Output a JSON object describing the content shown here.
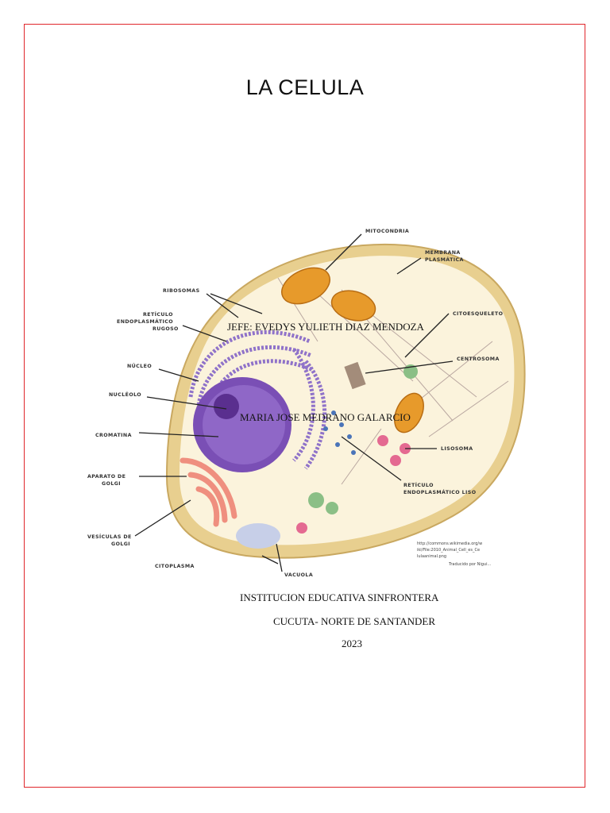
{
  "document": {
    "title": "LA CELULA",
    "teacher_line": "JEFE: EVEDYS YULIETH DIAZ MENDOZA",
    "student_line": "MARIA JOSE MEDRANO GALARCIO",
    "institution": "INSTITUCION EDUCATIVA SINFRONTERA",
    "city": "CUCUTA- NORTE DE SANTANDER",
    "year": "2023"
  },
  "figure": {
    "labels": {
      "mitocondria": "MITOCONDRIA",
      "membrana_1": "MEMBRANA",
      "membrana_2": "PLASMÁTICA",
      "ribosomas": "RIBOSOMAS",
      "reticulo_rugoso_1": "RETÍCULO",
      "reticulo_rugoso_2": "ENDOPLASMÁTICO",
      "reticulo_rugoso_3": "RUGOSO",
      "citoesqueleto": "CITOESQUELETO",
      "nucleo": "NÚCLEO",
      "centrosoma": "CENTROSOMA",
      "nucleolo": "NUCLÉOLO",
      "cromatina": "CROMATINA",
      "lisosoma": "LISOSOMA",
      "golgi_1": "APARATO DE",
      "golgi_2": "GOLGI",
      "reticulo_liso_1": "RETÍCULO",
      "reticulo_liso_2": "ENDOPLASMÁTICO LISO",
      "vesiculas_1": "VESÍCULAS DE",
      "vesiculas_2": "GOLGI",
      "citoplasma": "CITOPLASMA",
      "vacuola": "VACUOLA"
    },
    "credit": {
      "line1": "http://commons.wikimedia.org/w",
      "line2": "iki/File:2010_Animal_Cell_es_Ce",
      "line3": "lulaanimal.png",
      "line4": "Traducido por Nigui..."
    },
    "colors": {
      "cell_outer": "#e8cf8f",
      "cell_inner": "#fbf3dc",
      "nucleus": "#7a4fb5",
      "mitochondria": "#e79a2b",
      "golgi": "#ef8f7f",
      "rough_er": "#8f72c9"
    }
  }
}
